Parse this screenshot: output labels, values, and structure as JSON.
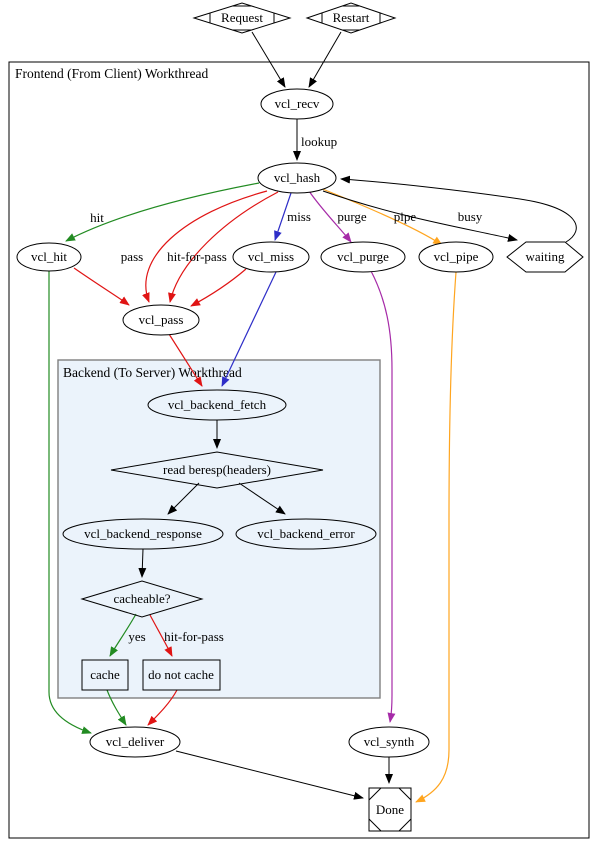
{
  "diagram": {
    "title_frontend": "Frontend (From Client) Workthread",
    "title_backend": "Backend (To Server) Workthread",
    "colors": {
      "green": "#228B22",
      "red": "#E01414",
      "blue": "#2E2EC8",
      "purple": "#A62BA8",
      "orange": "#FFA51F",
      "black": "#000000",
      "backend_fill": "#EBF3FB"
    },
    "nodes": {
      "request": "Request",
      "restart": "Restart",
      "vcl_recv": "vcl_recv",
      "vcl_hash": "vcl_hash",
      "vcl_hit": "vcl_hit",
      "vcl_miss": "vcl_miss",
      "vcl_purge": "vcl_purge",
      "vcl_pipe": "vcl_pipe",
      "waiting": "waiting",
      "vcl_pass": "vcl_pass",
      "vcl_backend_fetch": "vcl_backend_fetch",
      "read_beresp": "read beresp(headers)",
      "vcl_backend_response": "vcl_backend_response",
      "vcl_backend_error": "vcl_backend_error",
      "cacheable": "cacheable?",
      "cache": "cache",
      "do_not_cache": "do not cache",
      "vcl_deliver": "vcl_deliver",
      "vcl_synth": "vcl_synth",
      "done": "Done"
    },
    "edge_labels": {
      "lookup": "lookup",
      "hit": "hit",
      "pass": "pass",
      "hit_for_pass": "hit-for-pass",
      "miss": "miss",
      "purge": "purge",
      "pipe": "pipe",
      "busy": "busy",
      "yes": "yes",
      "hit_for_pass_backend": "hit-for-pass"
    }
  }
}
